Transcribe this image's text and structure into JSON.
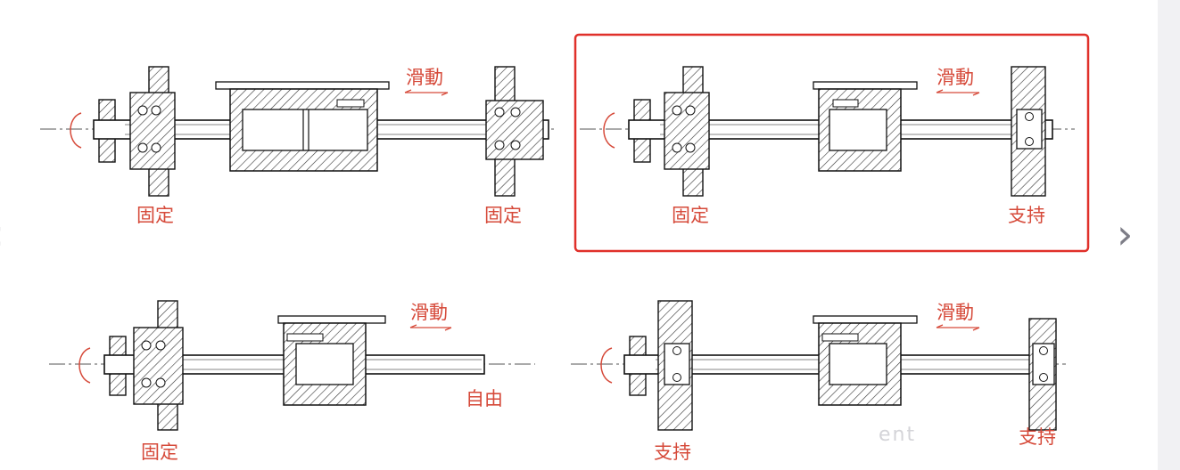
{
  "panels": [
    {
      "slide_label": "滑動",
      "left_label": "固定",
      "right_label": "固定",
      "highlighted": false
    },
    {
      "slide_label": "滑動",
      "left_label": "固定",
      "right_label": "支持",
      "highlighted": true
    },
    {
      "slide_label": "滑動",
      "left_label": "固定",
      "right_label": "自由",
      "highlighted": false
    },
    {
      "slide_label": "滑動",
      "left_label": "支持",
      "right_label": "支持",
      "highlighted": false
    }
  ],
  "watermark": "ent",
  "colors": {
    "line": "#1a1a1a",
    "label": "#d64a3a",
    "highlight": "#e0302a",
    "hatch": "#333333"
  },
  "nav": {
    "prev_icon": "chevron-left-icon",
    "next_icon": "chevron-right-icon"
  }
}
